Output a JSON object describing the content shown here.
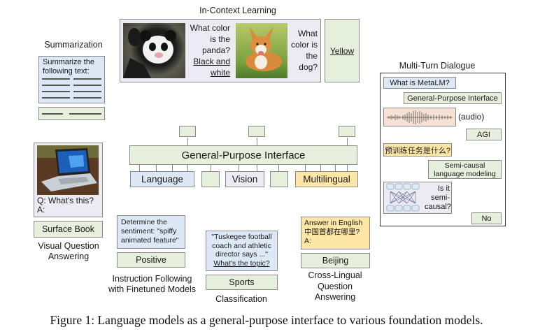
{
  "summarization": {
    "title": "Summarization",
    "prompt": "Summarize the following text:"
  },
  "in_context_learning": {
    "title": "In-Context Learning",
    "panda_image": "panda-photo",
    "panda_question": "What color is the panda?",
    "panda_answer": "Black and white",
    "dog_image": "corgi-photo",
    "dog_question": "What color is the dog?",
    "output": "Yellow"
  },
  "interface": {
    "title": "General-Purpose Interface",
    "inputs": [
      {
        "label": "Language",
        "color": "#dde8f6"
      },
      {
        "label": "",
        "color": "#e6efdc"
      },
      {
        "label": "Vision",
        "color": "#ecebf3"
      },
      {
        "label": "",
        "color": "#e6efdc"
      },
      {
        "label": "Multilingual",
        "color": "#fde6a6"
      }
    ]
  },
  "vqa": {
    "image": "laptop-photo",
    "question": "Q: What's this?",
    "answer_prompt": "A:",
    "output": "Surface Book",
    "title_line1": "Visual Question",
    "title_line2": "Answering"
  },
  "instruction": {
    "prompt": "Determine the sentiment: \"spiffy animated feature\"",
    "output": "Positive",
    "title_line1": "Instruction Following",
    "title_line2": "with Finetuned Models"
  },
  "classification": {
    "prompt_text": "\"Tuskegee football coach and athletic director says ...\"",
    "question": "What's the topic?",
    "output": "Sports",
    "title": "Classification"
  },
  "cross_lingual": {
    "prompt_line1": "Answer in English",
    "prompt_line2": "中国首都在哪里?",
    "prompt_line3": "A:",
    "output": "Beijing",
    "title_line1": "Cross-Lingual",
    "title_line2": "Question",
    "title_line3": "Answering"
  },
  "dialogue": {
    "title": "Multi-Turn Dialogue",
    "turns": [
      {
        "text": "What is MetaLM?",
        "color": "#dde8f6"
      },
      {
        "text": "General-Purpose Interface",
        "color": "#e6efdc"
      },
      {
        "text": "(audio)",
        "color": "#f6e1d4"
      },
      {
        "text": "AGI",
        "color": "#e6efdc"
      },
      {
        "text": "预训练任务是什么?",
        "color": "#fde6a6"
      },
      {
        "text": "Semi-causal language modeling",
        "color": "#e6efdc"
      },
      {
        "text": "Is it semi-causal?",
        "color": "#ecebf3"
      },
      {
        "text": "No",
        "color": "#e6efdc"
      }
    ]
  },
  "caption": "Figure 1: Language models as a general-purpose interface to various foundation models."
}
